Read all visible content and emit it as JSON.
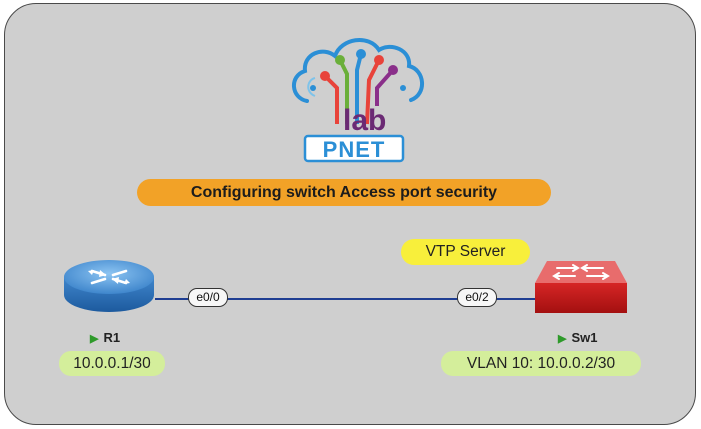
{
  "title": "Configuring switch Access port security",
  "logo": {
    "lab_text": "lab",
    "brand_text": "PNET"
  },
  "annotation": "VTP Server",
  "devices": [
    {
      "name": "R1",
      "type": "router",
      "ip_label": "10.0.0.1/30",
      "port": "e0/0",
      "status_icon": "play-icon"
    },
    {
      "name": "Sw1",
      "type": "switch",
      "ip_label": "VLAN 10: 10.0.0.2/30",
      "port": "e0/2",
      "status_icon": "play-icon"
    }
  ],
  "colors": {
    "canvas": "#cfcfcf",
    "title_pill": "#f2a227",
    "annotation_pill": "#f8ef3b",
    "ip_pill": "#d4ee9b",
    "link": "#1f3e92",
    "router": "#3b7fc8",
    "switch": "#d62525",
    "status_play": "#2e9a2a"
  }
}
